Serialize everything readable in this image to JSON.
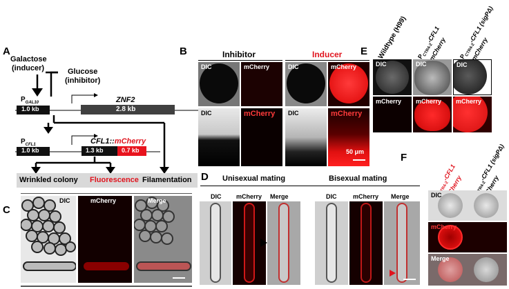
{
  "panel_labels": {
    "a": "A",
    "b": "B",
    "c": "C",
    "d": "D",
    "e": "E",
    "f": "F"
  },
  "panel_a": {
    "galactose": "Galactose",
    "inducer": "(inducer)",
    "glucose": "Glucose",
    "inhibitor": "(inhibitor)",
    "promoter_gal": "P",
    "promoter_gal_sub": "GAL10",
    "len_gal": "1.0 kb",
    "znf2": "ZNF2",
    "len_znf2": "2.8 kb",
    "promoter_cfl": "P",
    "promoter_cfl_sub": "CFL1",
    "len_cfl_prom": "1.0 kb",
    "cfl_gene": "CFL1::",
    "cfl_tag": "mCherry",
    "len_cfl": "1.3 kb",
    "len_tag": "0.7 kb",
    "out_wrinkled": "Wrinkled colony",
    "out_fluor": "Fluorescence",
    "out_filament": "Filamentation"
  },
  "panel_b": {
    "inhibitor": "Inhibitor",
    "inducer": "Inducer",
    "dic": "DIC",
    "mcherry": "mCherry",
    "scale": "50 μm"
  },
  "panel_c": {
    "dic": "DIC",
    "mcherry": "mCherry",
    "merge": "Merge"
  },
  "panel_d": {
    "unisexual": "Unisexual mating",
    "bisexual": "Bisexual mating",
    "dic": "DIC",
    "mcherry": "mCherry",
    "merge": "Merge"
  },
  "panel_e": {
    "col1": "Wildtype (H99)",
    "col2_p": "P",
    "col2_sub": "CTR4-2",
    "col2_gene": "-CFL1",
    "col2_tag": "::mCherry",
    "col3_p": "P",
    "col3_sub": "CTR4-2",
    "col3_gene": "-CFL1 (sigPΔ)",
    "col3_tag": "::mCherry",
    "dic": "DIC",
    "mcherry": "mCherry"
  },
  "panel_f": {
    "col1_p": "P",
    "col1_sub": "CTR4-2",
    "col1_gene": "-CFL1",
    "col1_tag": "::mCherry",
    "col2_p": "P",
    "col2_sub": "CTR4-2",
    "col2_gene": "-CFL1 (sigPΔ)",
    "col2_tag": "::mCherry",
    "dic": "DIC",
    "mcherry": "mCherry",
    "merge": "Merge"
  },
  "colors": {
    "accent_red": "#e0141e",
    "mcherry_red": "#ff2020",
    "box_gray": "#d9d9d9"
  }
}
